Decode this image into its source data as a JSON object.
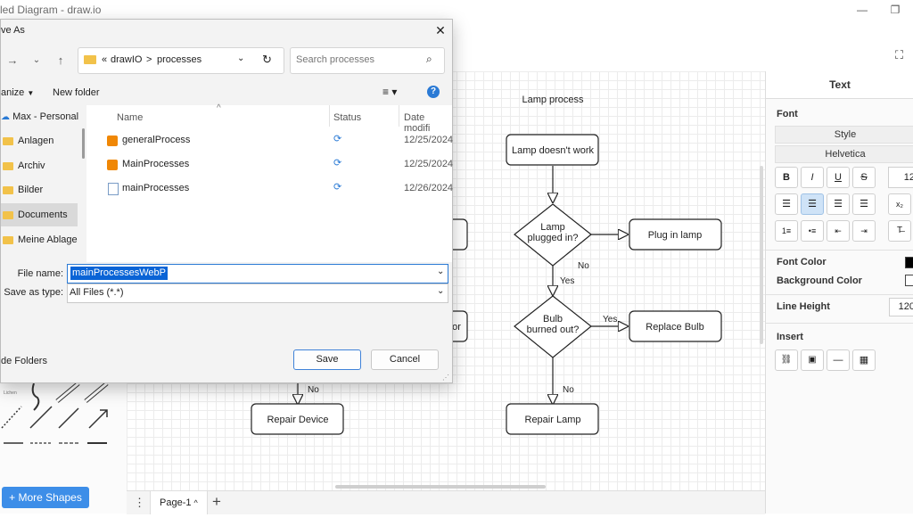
{
  "app": {
    "window_title": "led Diagram - draw.io"
  },
  "diagram": {
    "title": "Lamp process",
    "nodes": {
      "start": "Lamp doesn't work",
      "plugged": "Lamp\nplugged in?",
      "plug_in": "Plug in lamp",
      "bulb": "Bulb\nburned out?",
      "replace": "Replace Bulb",
      "repair_lamp": "Repair Lamp",
      "repair_device": "Repair Device",
      "partial_box_label": "or"
    },
    "edges": {
      "no1": "No",
      "yes1": "Yes",
      "yes2": "Yes",
      "no2": "No",
      "no3": "No"
    }
  },
  "sidebar": {
    "more_shapes": "More Shapes",
    "shape_label": "Lichen"
  },
  "bottombar": {
    "page_tab": "Page-1",
    "page_caret": "^",
    "add": "+",
    "menu": "⋮"
  },
  "format_panel": {
    "tab": "Text",
    "font_label": "Font",
    "style_label": "Style",
    "font_name": "Helvetica",
    "font_size": "12",
    "bold": "B",
    "italic": "I",
    "underline": "U",
    "strike": "S",
    "font_color_label": "Font Color",
    "background_color_label": "Background Color",
    "line_height_label": "Line Height",
    "line_height_value": "120",
    "insert_label": "Insert",
    "font_color": "#000000"
  },
  "dialog": {
    "title": "ve As",
    "close": "✕",
    "breadcrumb": {
      "prefix": "«",
      "root": "drawIO",
      "sep": ">",
      "folder": "processes"
    },
    "search_placeholder": "Search processes",
    "organize": "anize",
    "new_folder": "New folder",
    "nav_items": [
      "Max - Personal",
      "Anlagen",
      "Archiv",
      "Bilder",
      "Documents",
      "Meine Ablage"
    ],
    "columns": {
      "name": "Name",
      "status": "Status",
      "date": "Date modifi"
    },
    "files": [
      {
        "name": "generalProcess",
        "date": "12/25/2024"
      },
      {
        "name": "MainProcesses",
        "date": "12/25/2024"
      },
      {
        "name": "mainProcesses",
        "date": "12/26/2024"
      }
    ],
    "file_name_label": "File name:",
    "file_name_value": "mainProcessesWebP",
    "save_type_label": "Save as type:",
    "save_type_value": "All Files (*.*)",
    "hide_folders": "de Folders",
    "save_button": "Save",
    "cancel_button": "Cancel"
  }
}
